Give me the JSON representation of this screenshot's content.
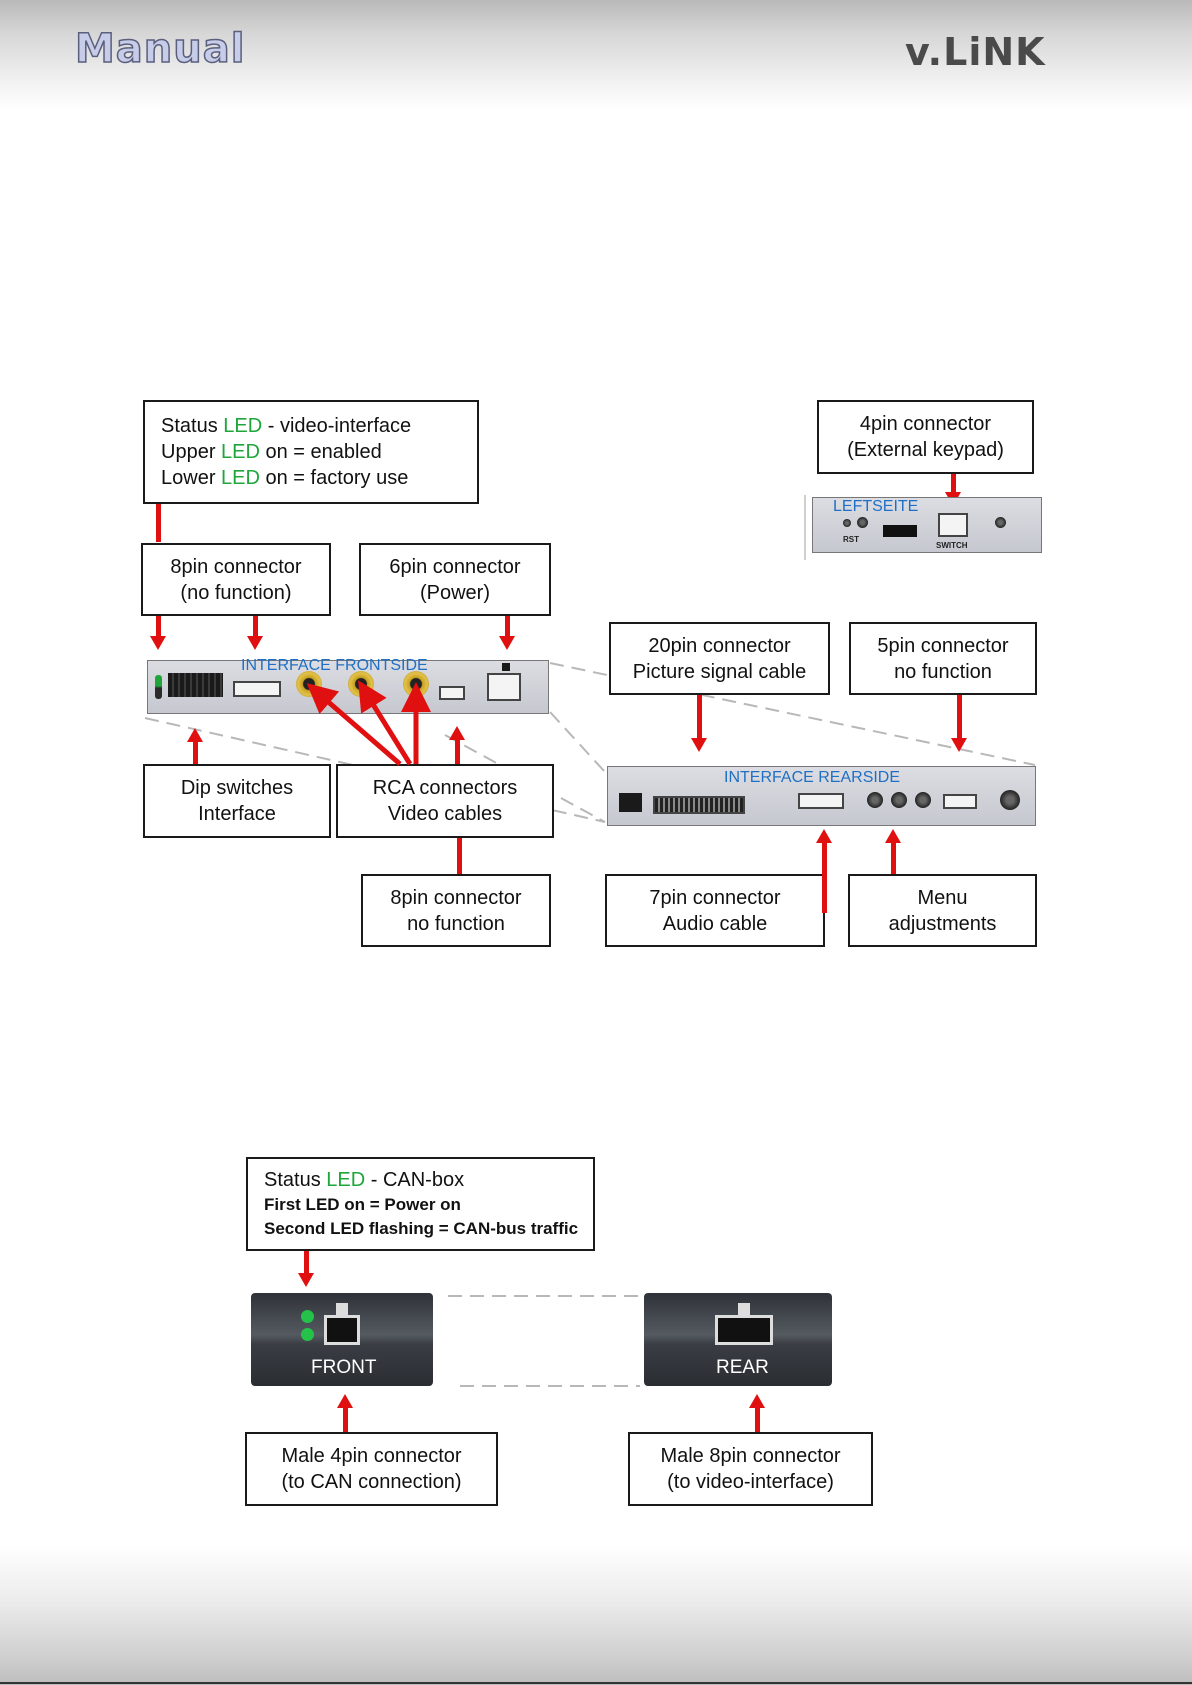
{
  "header": {
    "manual_logo": "Manual",
    "brand_logo": "v.LiNK"
  },
  "interface": {
    "front_label": "INTERFACE  FRONTSIDE",
    "rear_label": "INTERFACE  REARSIDE",
    "left_label": "LEFTSEITE",
    "left_rst": "RST",
    "left_switch": "SWITCH"
  },
  "callouts": {
    "status_led_video": {
      "line1_pre": "Status ",
      "line1_led": "LED",
      "line1_post": " - video-interface",
      "line2_pre": "Upper ",
      "line2_led": "LED",
      "line2_post": " on =  enabled",
      "line3_pre": "Lower ",
      "line3_led": "LED",
      "line3_post": " on =  factory use"
    },
    "keypad": {
      "line1": "4pin connector",
      "line2": "(External keypad)"
    },
    "pin8_top": {
      "line1": "8pin connector",
      "line2": "(no function)"
    },
    "pin6_power": {
      "line1": "6pin connector",
      "line2": "(Power)"
    },
    "pin20": {
      "line1": "20pin connector",
      "line2": "Picture signal cable"
    },
    "pin5": {
      "line1": "5pin connector",
      "line2": "no function"
    },
    "dip": {
      "line1": "Dip switches",
      "line2": "Interface"
    },
    "rca": {
      "line1": "RCA connectors",
      "line2": "Video cables"
    },
    "pin8_bottom": {
      "line1": "8pin connector",
      "line2": "no function"
    },
    "pin7": {
      "line1": "7pin connector",
      "line2": "Audio cable"
    },
    "menu": {
      "line1": "Menu",
      "line2": "adjustments"
    },
    "status_led_can": {
      "line1_pre": "Status ",
      "line1_led": "LED",
      "line1_post": " - CAN-box",
      "line2": "First LED on = Power on",
      "line3": "Second LED flashing = CAN-bus traffic"
    },
    "male4": {
      "line1": "Male 4pin connector",
      "line2": "(to CAN connection)"
    },
    "male8": {
      "line1": "Male 8pin connector",
      "line2": "(to video-interface)"
    }
  },
  "canbox": {
    "front_label": "FRONT",
    "rear_label": "REAR"
  },
  "colors": {
    "arrow": "#e01010",
    "led_green": "#1fa63b",
    "device_label_blue": "#1f6fc5"
  }
}
